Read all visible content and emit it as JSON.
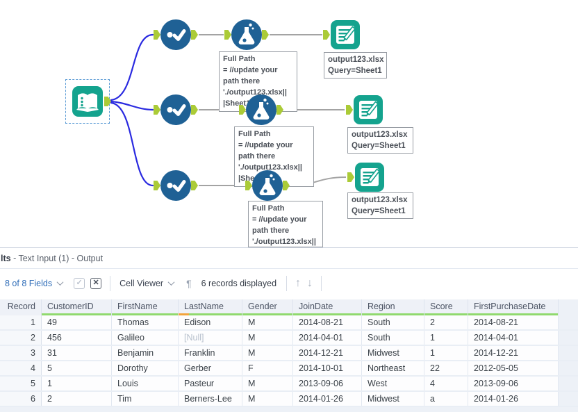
{
  "workflow": {
    "annotation_text": "Full Path\n= //update your\npath there\n'./output123.xlsx||\n|Sheet1",
    "output_label": "output123.xlsx\nQuery=Sheet1",
    "colors": {
      "tool_teal": "#14a38e",
      "tool_blue": "#1f6195",
      "anchor_green": "#abcb37",
      "wire_blue": "#2a2ae0",
      "wire_gray": "#a3a3a3"
    }
  },
  "results_panel": {
    "title_bold": "lts",
    "title_rest": " - Text Input (1) - Output",
    "toolbar": {
      "fields_label": "8 of 8 Fields",
      "checkbox_icon": "✓",
      "xbox_icon": "✕",
      "cell_viewer_label": "Cell Viewer",
      "pilcrow": "¶",
      "records_label": "6 records displayed",
      "up_arrow": "↑",
      "down_arrow": "↓"
    },
    "table": {
      "columns": [
        {
          "label": "Record",
          "bar": "none"
        },
        {
          "label": "CustomerID",
          "bar": "ok"
        },
        {
          "label": "FirstName",
          "bar": "ok"
        },
        {
          "label": "LastName",
          "bar": "warn"
        },
        {
          "label": "Gender",
          "bar": "ok"
        },
        {
          "label": "JoinDate",
          "bar": "ok"
        },
        {
          "label": "Region",
          "bar": "ok"
        },
        {
          "label": "Score",
          "bar": "ok"
        },
        {
          "label": "FirstPurchaseDate",
          "bar": "ok"
        }
      ],
      "rows": [
        [
          "1",
          "49",
          "Thomas",
          "Edison",
          "M",
          "2014-08-21",
          "South",
          "2",
          "2014-08-21"
        ],
        [
          "2",
          "456",
          "Galileo",
          "[Null]",
          "M",
          "2014-04-01",
          "South",
          "1",
          "2014-04-01"
        ],
        [
          "3",
          "31",
          "Benjamin",
          "Franklin",
          "M",
          "2014-12-21",
          "Midwest",
          "1",
          "2014-12-21"
        ],
        [
          "4",
          "5",
          "Dorothy",
          "Gerber",
          "F",
          "2014-10-01",
          "Northeast",
          "22",
          "2012-05-05"
        ],
        [
          "5",
          "1",
          "Louis",
          "Pasteur",
          "M",
          "2013-09-06",
          "West",
          "4",
          "2013-09-06"
        ],
        [
          "6",
          "2",
          "Tim",
          "Berners-Lee",
          "M",
          "2014-01-26",
          "Midwest",
          "a",
          "2014-01-26"
        ]
      ]
    }
  }
}
